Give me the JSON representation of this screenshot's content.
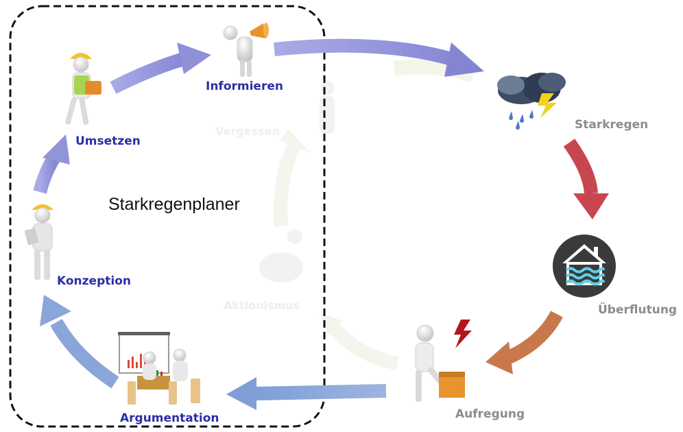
{
  "title": "Starkregenplaner",
  "steps": {
    "informieren": "Informieren",
    "umsetzen": "Umsetzen",
    "konzeption": "Konzeption",
    "argumentation": "Argumentation"
  },
  "events": {
    "starkregen": "Starkregen",
    "ueberflutung": "Überflutung",
    "aufregung": "Aufregung"
  },
  "faded": {
    "vergessen": "Vergessen",
    "aktionismus": "Aktionismus"
  },
  "colors": {
    "step_label": "#2a2fa6",
    "event_label": "#8c8c8c",
    "arrow_purple": "#9294d8",
    "arrow_blue": "#8aa6d8",
    "arrow_red": "#c8474f",
    "arrow_orange": "#c9784c",
    "faded_arrow": "#f1f3e6",
    "frame": "#111111"
  }
}
